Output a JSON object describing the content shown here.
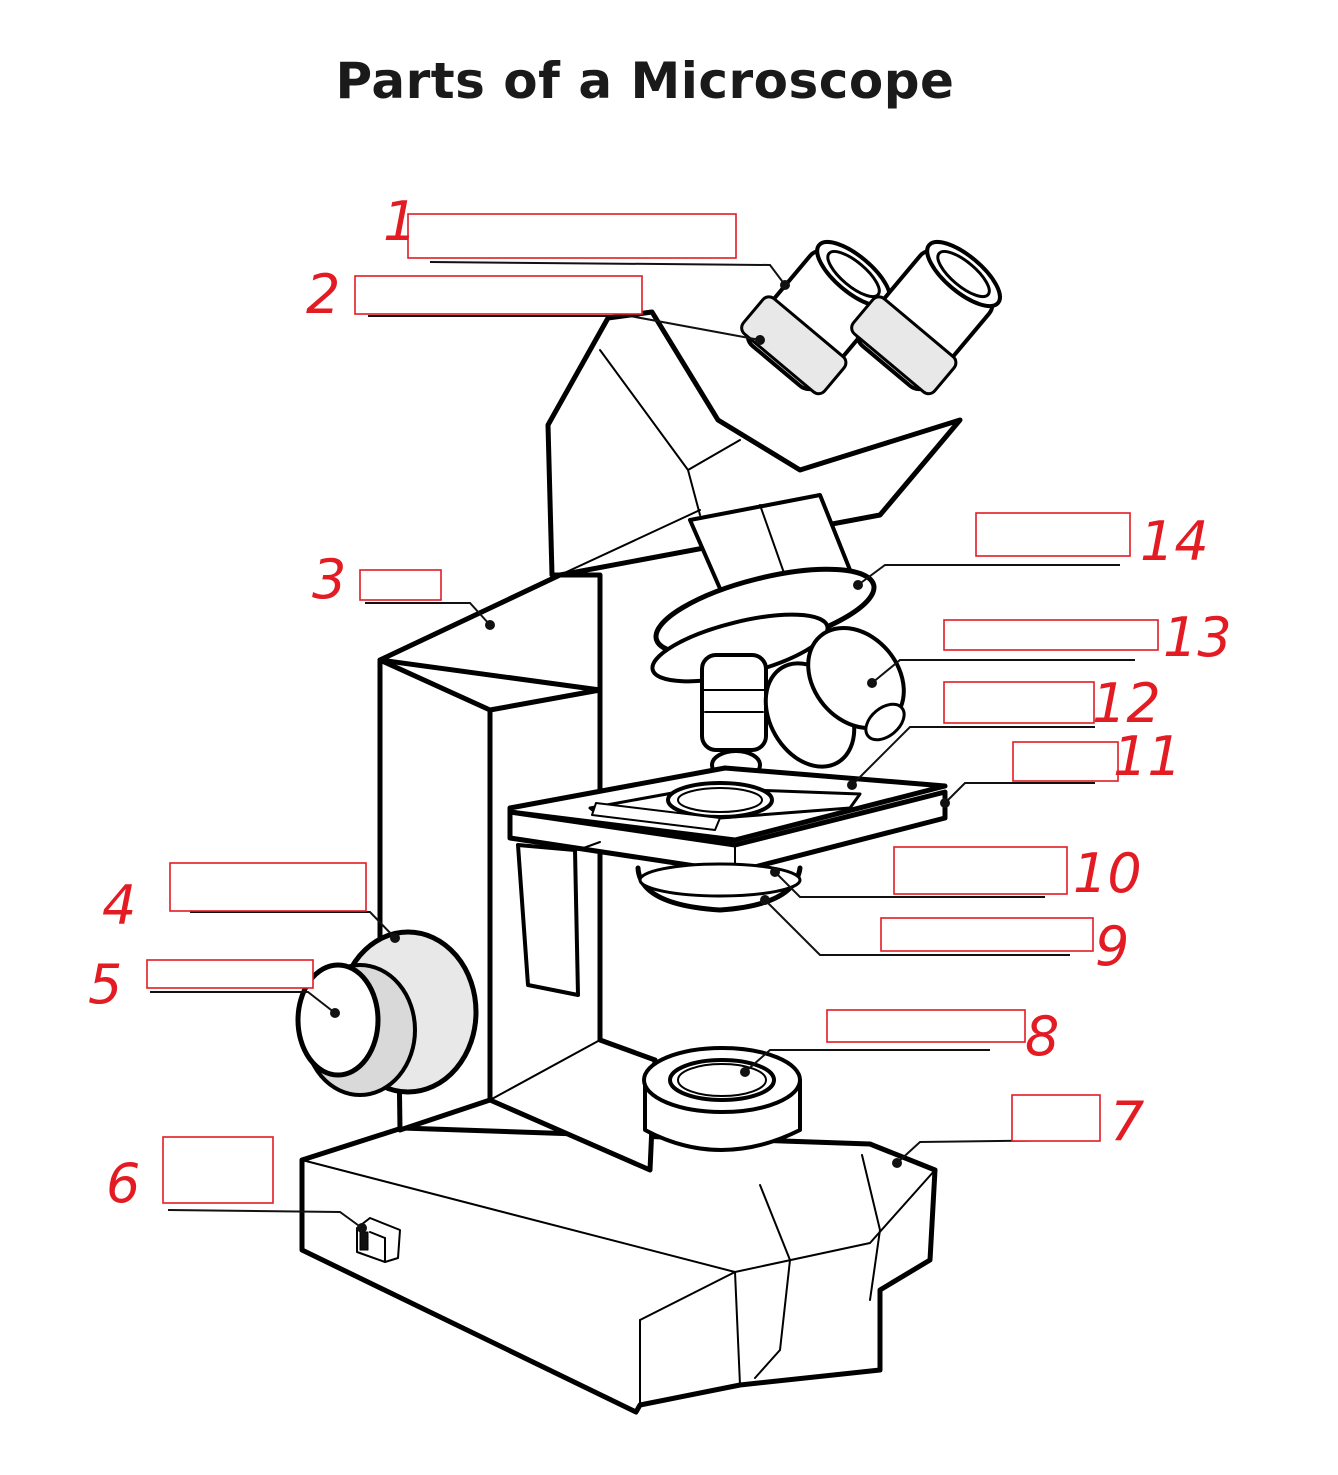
{
  "title": "Parts of a Microscope",
  "colors": {
    "accent_red": "#e31b23",
    "ink": "#000000"
  },
  "labels": [
    {
      "number": "1",
      "answer": ""
    },
    {
      "number": "2",
      "answer": ""
    },
    {
      "number": "3",
      "answer": ""
    },
    {
      "number": "4",
      "answer": ""
    },
    {
      "number": "5",
      "answer": ""
    },
    {
      "number": "6",
      "answer": ""
    },
    {
      "number": "7",
      "answer": ""
    },
    {
      "number": "8",
      "answer": ""
    },
    {
      "number": "9",
      "answer": ""
    },
    {
      "number": "10",
      "answer": ""
    },
    {
      "number": "11",
      "answer": ""
    },
    {
      "number": "12",
      "answer": ""
    },
    {
      "number": "13",
      "answer": ""
    },
    {
      "number": "14",
      "answer": ""
    }
  ]
}
